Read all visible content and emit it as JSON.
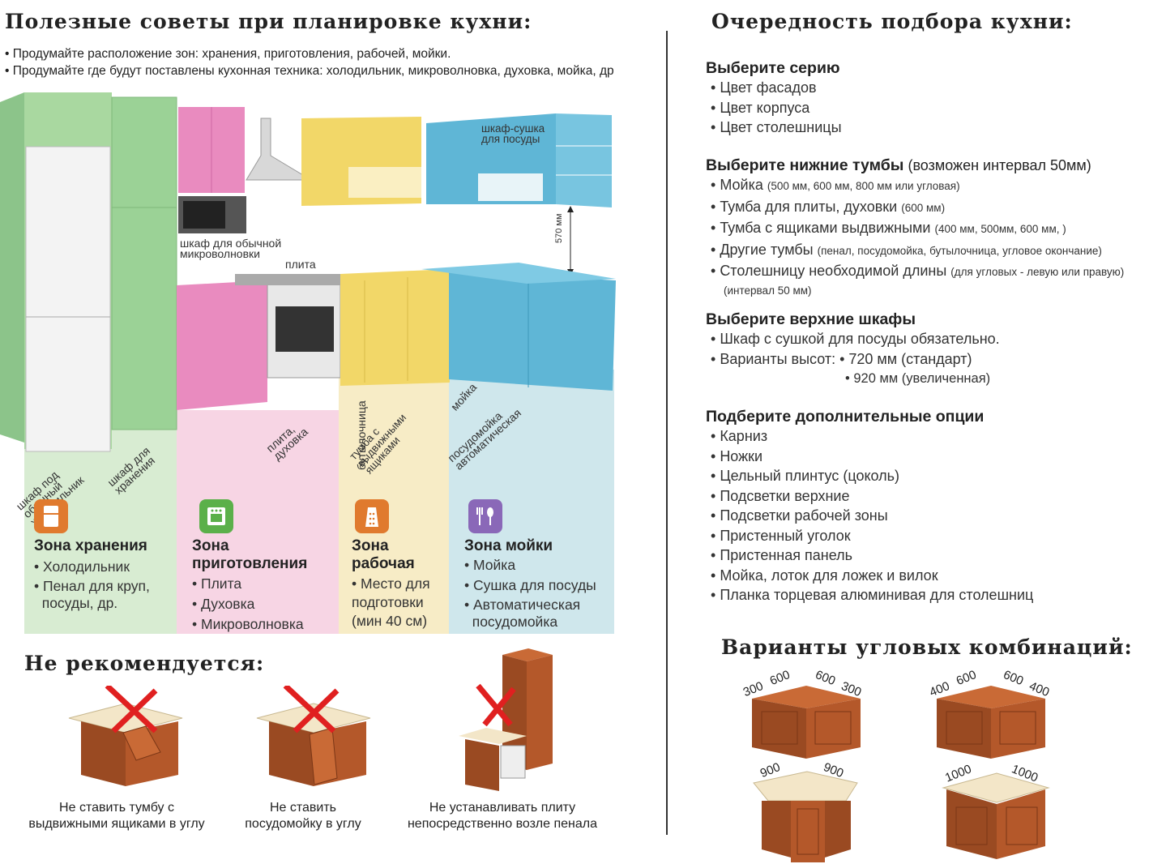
{
  "left": {
    "title": "Полезные советы при планировке кухни:",
    "tips": [
      "Продумайте расположение зон:  хранения,  приготовления,  рабочей,  мойки.",
      "Продумайте где будут поставлены кухонная техника:  холодильник,   микроволновка,   духовка, мойка, др"
    ],
    "labels": {
      "dryer": "шкаф-сушка\nдля посуды",
      "microwave_cab": "шкаф для обычной\nмикроволновки",
      "stove": "плита",
      "height": "570 мм",
      "fridge_cab": "шкаф под\nобычный\nхолодильник",
      "storage_cab": "шкаф для\nхранения",
      "stove_oven": "плита,\nдуховка",
      "bottle": "бутылочница",
      "drawers": "тумба с\nвыдвижными\nящиками",
      "sink": "мойка",
      "dishwasher": "посудомойка\nавтоматическая"
    },
    "zones": [
      {
        "title": "Зона хранения",
        "items": [
          "Холодильник",
          "Пенал для круп,\n  посуды, др."
        ],
        "color": "#d8ecd2",
        "icon": "fridge-icon",
        "icon_color": "#e07a2e"
      },
      {
        "title": "Зона\nприготовления",
        "items": [
          "Плита",
          "Духовка",
          "Микроволновка"
        ],
        "color": "#f7d5e4",
        "icon": "stove-icon",
        "icon_color": "#5bb04a"
      },
      {
        "title": "Зона\nрабочая",
        "items": [
          "Место для\nподготовки\n(мин 40 см)"
        ],
        "color": "#f7ecc6",
        "icon": "grater-icon",
        "icon_color": "#e07a2e"
      },
      {
        "title": "Зона мойки",
        "items": [
          "Мойка",
          "Сушка для посуды",
          "Автоматическая\n  посудомойка"
        ],
        "color": "#cfe7ec",
        "icon": "cutlery-icon",
        "icon_color": "#8a68b8"
      }
    ],
    "not_recommended": {
      "title": "Не  рекомендуется:",
      "captions": [
        "Не ставить тумбу с\nвыдвижными ящиками в углу",
        "Не ставить\nпосудомойку в углу",
        "Не устанавливать плиту\nнепосредственно возле пенала"
      ]
    }
  },
  "right": {
    "title": "Очередность  подбора  кухни:",
    "sections": [
      {
        "head": "Выберите серию",
        "head_note": "",
        "items": [
          "Цвет фасадов",
          "Цвет корпуса",
          "Цвет столешницы"
        ]
      },
      {
        "head": "Выберите нижние тумбы",
        "head_note": " (возможен интервал 50мм)",
        "items": [
          {
            "main": "Мойка ",
            "small": "(500 мм, 600 мм, 800 мм или угловая)"
          },
          {
            "main": "Тумба для плиты, духовки ",
            "small": "(600 мм)"
          },
          {
            "main": "Тумба с ящиками выдвижными ",
            "small": " (400 мм, 500мм, 600 мм, )"
          },
          {
            "main": "Другие тумбы ",
            "small": "(пенал, посудомойка, бутылочница, угловое окончание)"
          },
          {
            "main": "Столешницу необходимой длины ",
            "small": "(для угловых - левую или правую)"
          }
        ],
        "note": "(интервал 50 мм)"
      },
      {
        "head": "Выберите верхние шкафы",
        "head_note": "",
        "items": [
          "Шкаф с сушкой для посуды обязательно.",
          "Варианты высот:  •  720 мм (стандарт)"
        ],
        "extra": "•  920 мм (увеличенная)"
      },
      {
        "head": "Подберите дополнительные опции",
        "head_note": "",
        "items": [
          "Карниз",
          "Ножки",
          "Цельный плинтус (цоколь)",
          "Подсветки верхние",
          "Подсветки рабочей зоны",
          "Пристенный уголок",
          "Пристенная панель",
          "Мойка, лоток для ложек и вилок",
          "Планка торцевая алюминивая для столешниц"
        ]
      }
    ],
    "corner_title": "Варианты  угловых  комбинаций:",
    "dims": [
      {
        "a": "300",
        "b": "600",
        "c": "600",
        "d": "300"
      },
      {
        "a": "400",
        "b": "600",
        "c": "600",
        "d": "400"
      },
      {
        "a": "900",
        "b": "900"
      },
      {
        "a": "1000",
        "b": "1000"
      }
    ]
  }
}
